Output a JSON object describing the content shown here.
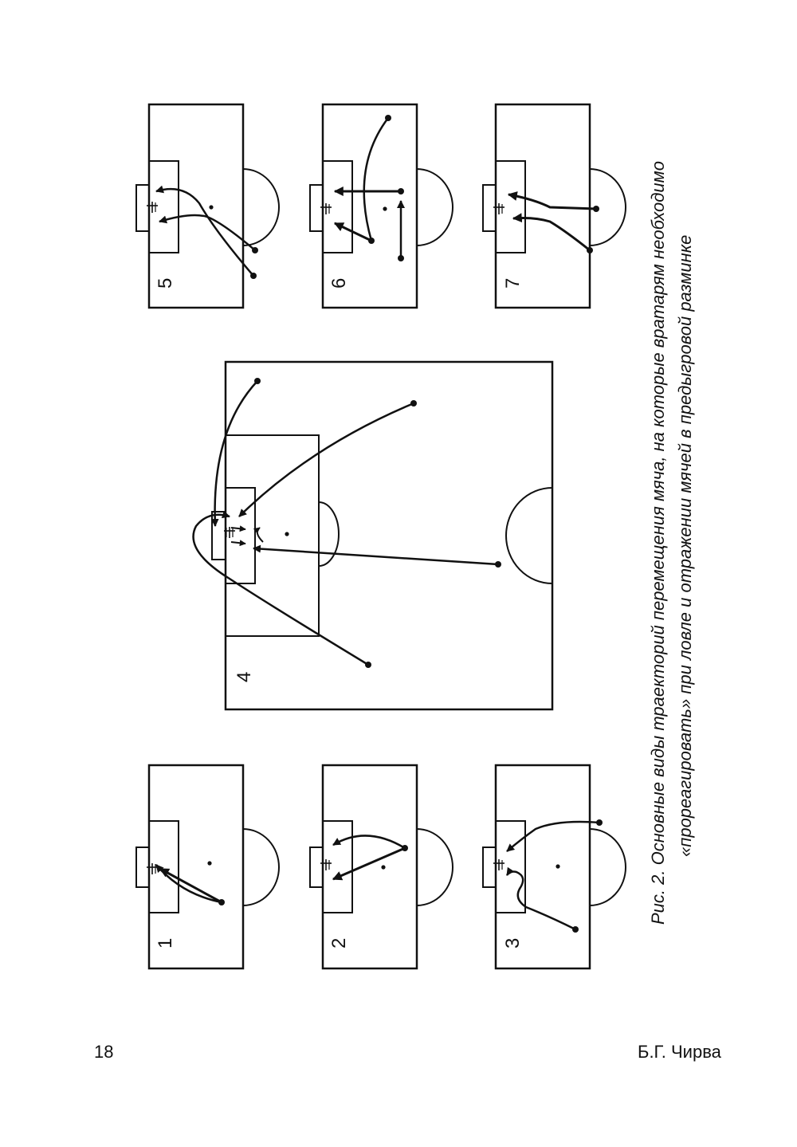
{
  "figure": {
    "caption_line1": "Рис. 2. Основные виды траекторий перемещения мяча, на которые вратарям необходимо",
    "caption_line2": "«прореагировать» при ловле и отражении мячей в предыгровой разминке",
    "panels": [
      {
        "label": "1"
      },
      {
        "label": "2"
      },
      {
        "label": "3"
      },
      {
        "label": "4"
      },
      {
        "label": "5"
      },
      {
        "label": "6"
      },
      {
        "label": "7"
      }
    ]
  },
  "footer": {
    "page_number": "18",
    "author": "Б.Г. Чирва"
  }
}
